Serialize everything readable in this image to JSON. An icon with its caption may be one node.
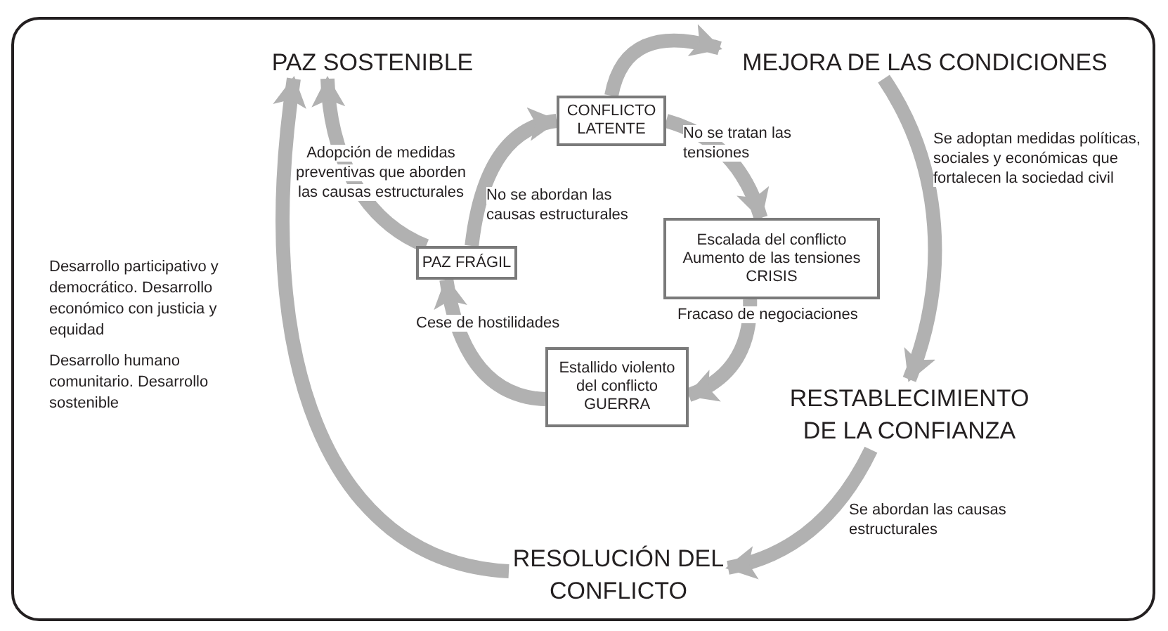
{
  "diagram": {
    "nodes": [
      {
        "text": [
          "PAZ SOSTENIBLE"
        ]
      },
      {
        "text": [
          "MEJORA DE LAS CONDICIONES"
        ]
      },
      {
        "text": [
          "CONFLICTO LATENTE"
        ]
      },
      {
        "text": [
          "Escalada del conflicto",
          "Aumento de las tensiones",
          "CRISIS"
        ]
      },
      {
        "text": [
          "PAZ FRÁGIL"
        ]
      },
      {
        "text": [
          "Estallido violento del conflicto",
          "GUERRA"
        ]
      },
      {
        "text": [
          "RESTABLECIMIENTO DE LA CONFIANZA"
        ]
      },
      {
        "text": [
          "RESOLUCIÓN DEL CONFLICTO"
        ]
      }
    ],
    "edges": [
      {
        "from": 2,
        "to": 1,
        "arrow": "to"
      },
      {
        "from": 2,
        "to": 3,
        "arrow": "to",
        "label": "No se tratan las tensiones"
      },
      {
        "from": 3,
        "to": 5,
        "arrow": "to",
        "label": "Fracaso de negociaciones"
      },
      {
        "from": 5,
        "to": 4,
        "arrow": "to",
        "label": "Cese de hostilidades"
      },
      {
        "from": 4,
        "to": 2,
        "arrow": "to",
        "label": "No se abordan las causas estructurales"
      },
      {
        "from": 4,
        "to": 0,
        "arrow": "to",
        "label": "Adopción de medidas preventivas que aborden las causas estructurales"
      },
      {
        "from": 1,
        "to": 6,
        "arrow": "to",
        "label": "Se adoptan medidas políticas, sociales y económicas que fortalecen la sociedad civil"
      },
      {
        "from": 6,
        "to": 7,
        "arrow": "to",
        "label": "Se abordan las causas estructurales"
      },
      {
        "from": 7,
        "to": 0,
        "arrow": "to"
      }
    ],
    "labels": [
      "Desarrollo participativo y democrático. Desarrollo económico con justicia y equidad",
      "Desarrollo humano comunitario. Desarrollo sostenible"
    ]
  }
}
